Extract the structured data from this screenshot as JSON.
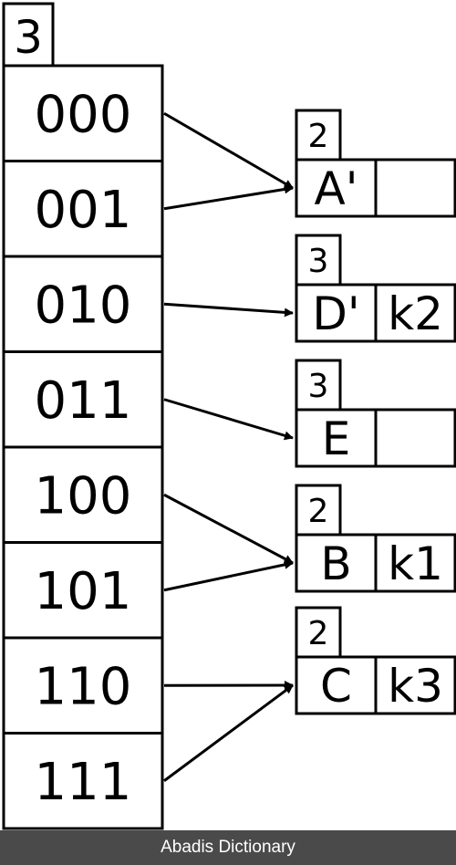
{
  "global_depth": "3",
  "directory": [
    {
      "key": "000",
      "bucket": 0
    },
    {
      "key": "001",
      "bucket": 0
    },
    {
      "key": "010",
      "bucket": 1
    },
    {
      "key": "011",
      "bucket": 2
    },
    {
      "key": "100",
      "bucket": 3
    },
    {
      "key": "101",
      "bucket": 3
    },
    {
      "key": "110",
      "bucket": 4
    },
    {
      "key": "111",
      "bucket": 4
    }
  ],
  "buckets": [
    {
      "local_depth": "2",
      "slots": [
        "A'",
        ""
      ]
    },
    {
      "local_depth": "3",
      "slots": [
        "D'",
        "k2"
      ]
    },
    {
      "local_depth": "3",
      "slots": [
        "E",
        ""
      ]
    },
    {
      "local_depth": "2",
      "slots": [
        "B",
        "k1"
      ]
    },
    {
      "local_depth": "2",
      "slots": [
        "C",
        "k3"
      ]
    }
  ],
  "footer": {
    "text": "Abadis Dictionary"
  }
}
